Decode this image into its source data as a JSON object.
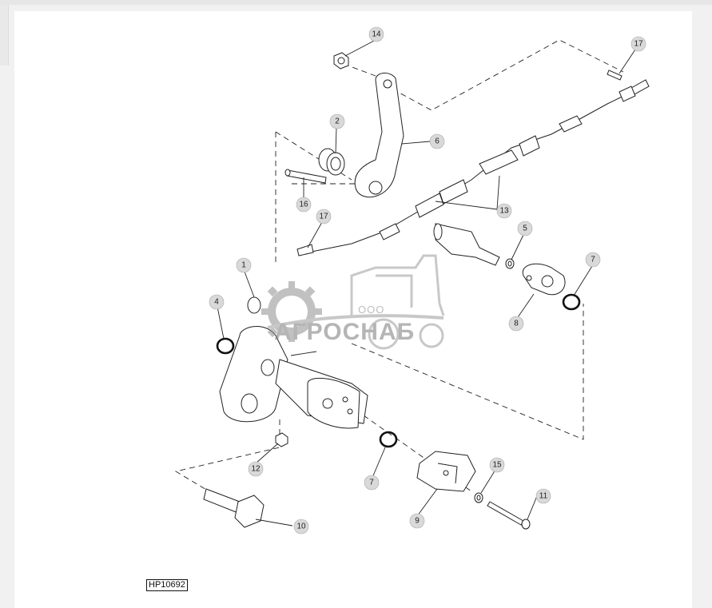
{
  "figure_ref": "HP10692",
  "watermark": {
    "company_type": "ООО",
    "name": "АГРОСНАБ"
  },
  "callouts": [
    "14",
    "17",
    "2",
    "6",
    "16",
    "13",
    "17",
    "5",
    "7",
    "1",
    "8",
    "4",
    "12",
    "7",
    "15",
    "11",
    "9",
    "10"
  ],
  "colors": {
    "line": "#222222",
    "callout_fill": "#d9d9d9",
    "watermark": "#7a7a7a"
  },
  "icons": [
    "gear-logo-icon",
    "tractor-watermark-icon"
  ]
}
